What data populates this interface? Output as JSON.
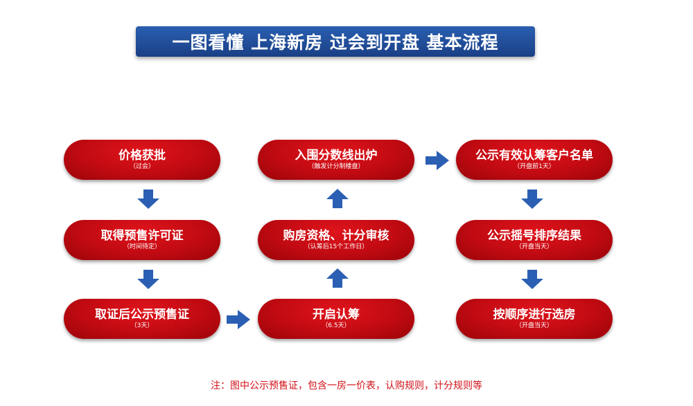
{
  "title": "一图看懂 上海新房 过会到开盘 基本流程",
  "colors": {
    "banner": "#1f4b9a",
    "step": "#c10a12",
    "arrow": "#2b5fb3",
    "note": "#d11019"
  },
  "steps": [
    {
      "title": "价格获批",
      "sub": "（过会）"
    },
    {
      "title": "取得预售许可证",
      "sub": "（时间待定）"
    },
    {
      "title": "取证后公示预售证",
      "sub": "（3天）"
    },
    {
      "title": "开启认筹",
      "sub": "（6.5天）"
    },
    {
      "title": "购房资格、计分审核",
      "sub": "（认筹后15个工作日）"
    },
    {
      "title": "入围分数线出炉",
      "sub": "（触发计分制楼盘）"
    },
    {
      "title": "公示有效认筹客户名单",
      "sub": "（开盘前1天）"
    },
    {
      "title": "公示摇号排序结果",
      "sub": "（开盘当天）"
    },
    {
      "title": "按顺序进行选房",
      "sub": "（开盘当天）"
    }
  ],
  "arrow_icon": "arrow-icon",
  "note": "注：图中公示预售证，包含一房一价表，认购规则，计分规则等"
}
